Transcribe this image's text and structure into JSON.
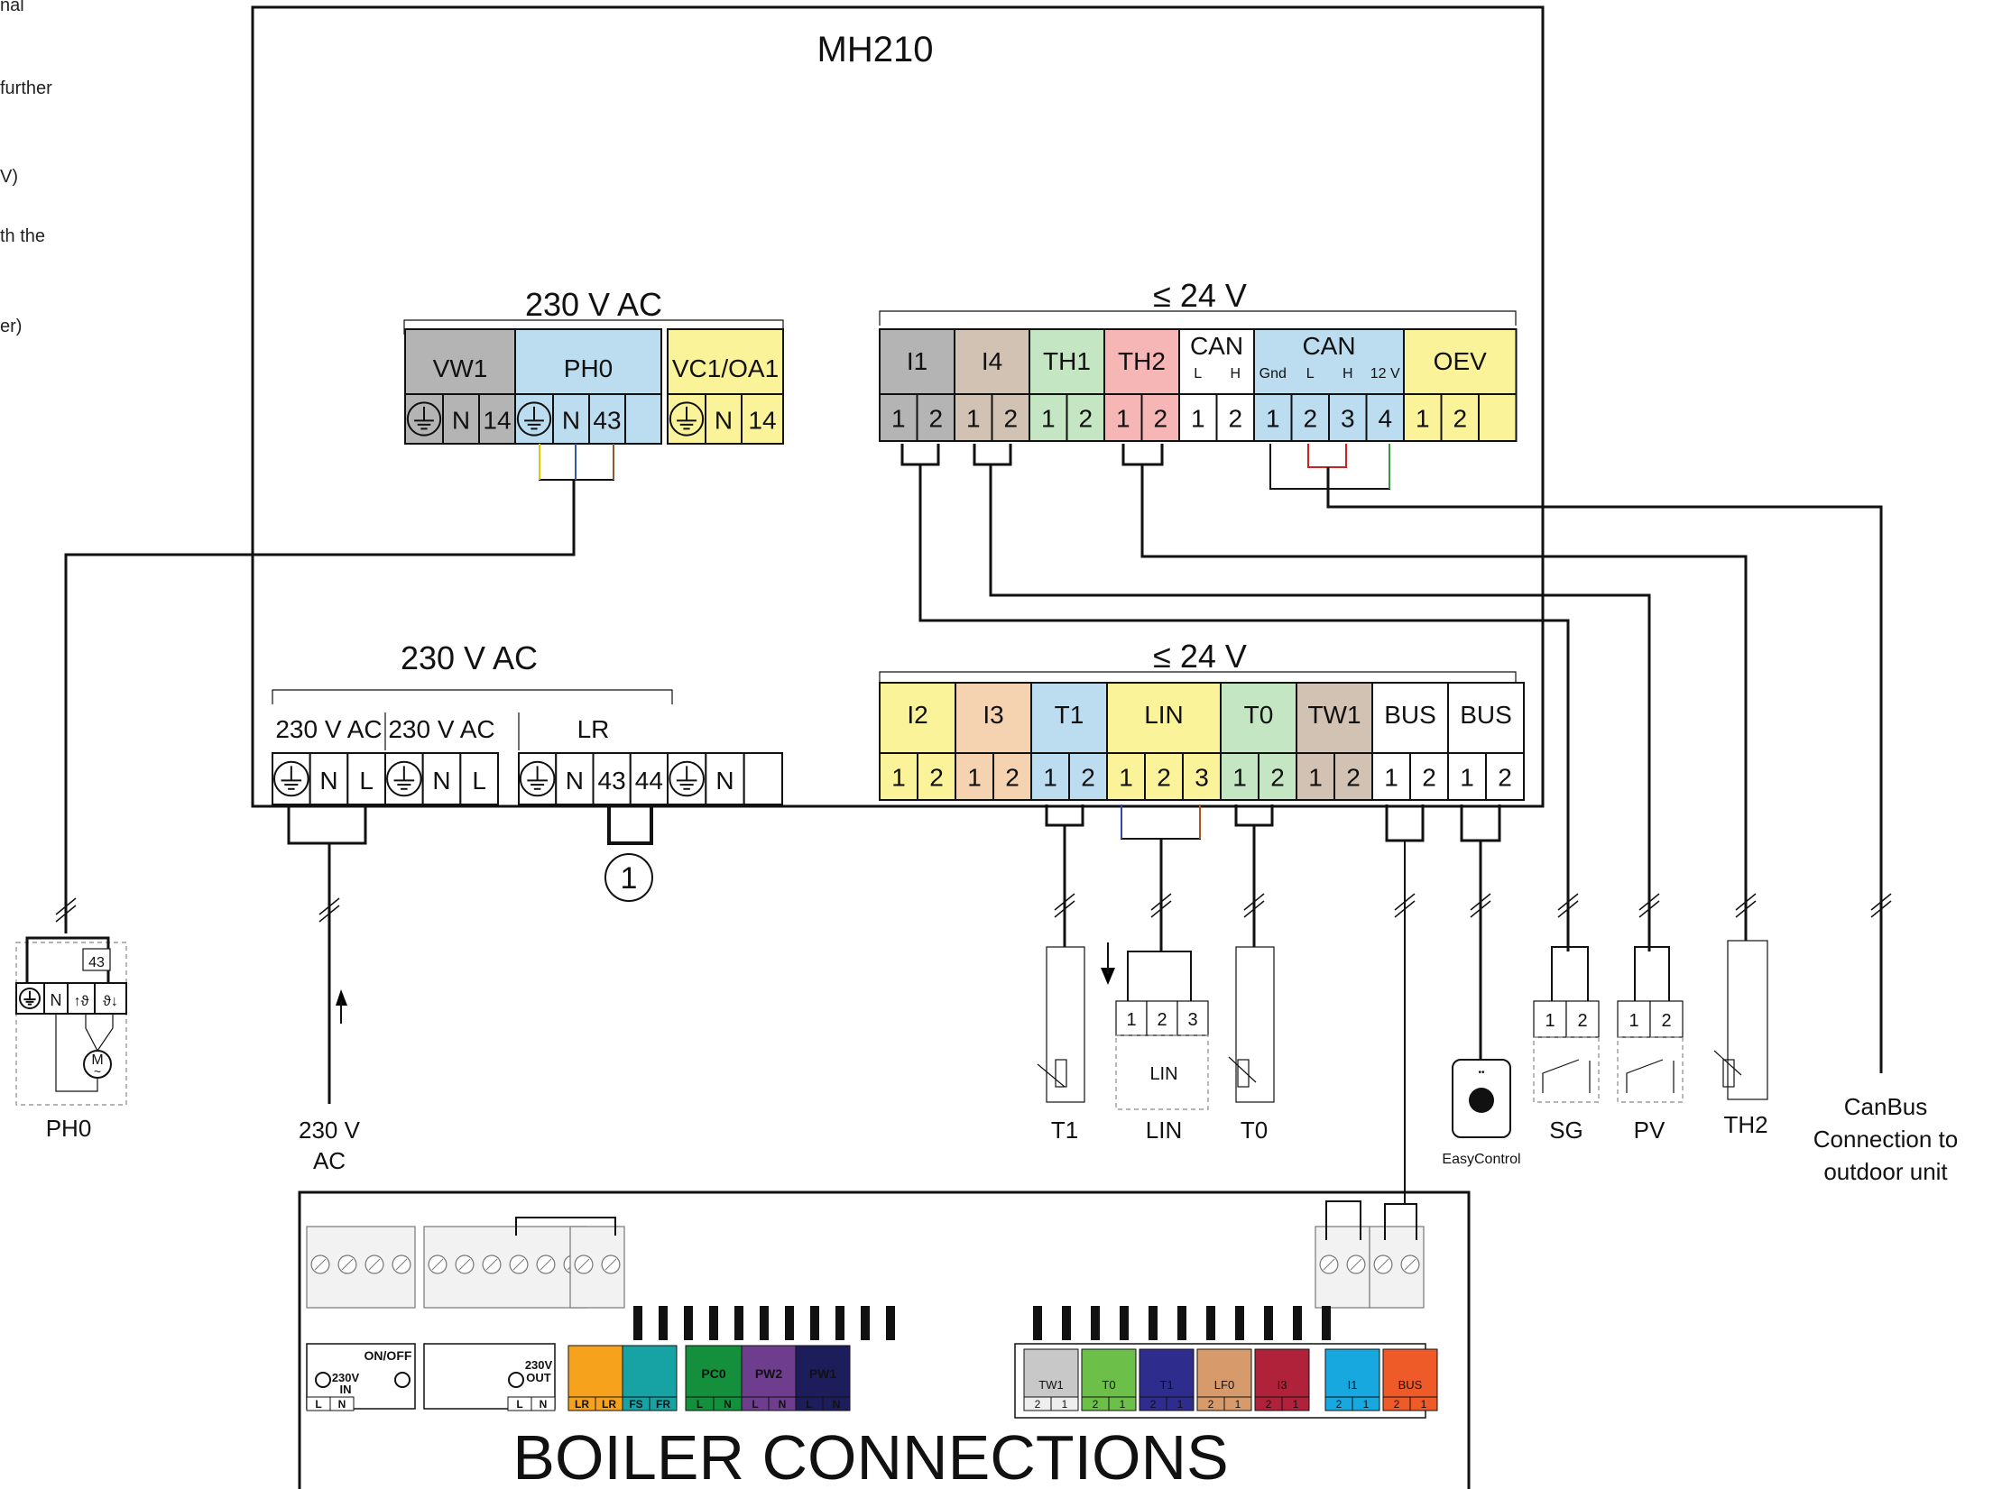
{
  "left_fragments": [
    "nal",
    "further",
    "V)",
    "th the",
    "er)"
  ],
  "module": {
    "title": "MH210",
    "colors": {
      "grey": "#b4b4b4",
      "blue": "#bcdcf0",
      "yellow": "#fbf39a",
      "green": "#c5e6c3",
      "red": "#f7b6b6",
      "taupe": "#d2c2b4",
      "peach": "#f6d3b0",
      "white": "#ffffff"
    },
    "top_left_group": {
      "header": "230 V AC",
      "terminals": [
        {
          "label": "VW1",
          "pins": [
            "⏚",
            "N",
            "14"
          ]
        },
        {
          "label": "PH0",
          "pins": [
            "⏚",
            "N",
            "43",
            ""
          ]
        },
        {
          "label": "VC1/OA1",
          "pins": [
            "⏚",
            "N",
            "14"
          ]
        }
      ]
    },
    "top_right_group": {
      "header": "≤ 24 V",
      "terminals": [
        {
          "label": "I1",
          "pins": [
            "1",
            "2"
          ]
        },
        {
          "label": "I4",
          "pins": [
            "1",
            "2"
          ]
        },
        {
          "label": "TH1",
          "pins": [
            "1",
            "2"
          ]
        },
        {
          "label": "TH2",
          "pins": [
            "1",
            "2"
          ]
        },
        {
          "label": "CAN",
          "sub": [
            "L",
            "H"
          ],
          "pins": [
            "1",
            "2"
          ]
        },
        {
          "label": "CAN",
          "sub": [
            "Gnd",
            "L",
            "H",
            "12 V"
          ],
          "pins": [
            "1",
            "2",
            "3",
            "4"
          ]
        },
        {
          "label": "OEV",
          "pins": [
            "1",
            "2",
            ""
          ]
        }
      ]
    },
    "bottom_left_group": {
      "header": "230 V AC",
      "terminals": [
        {
          "label": "230 V AC",
          "pins": [
            "⏚",
            "N",
            "L"
          ]
        },
        {
          "label": "230 V AC",
          "pins": [
            "⏚",
            "N",
            "L"
          ]
        },
        {
          "label": "LR",
          "pins": [
            "⏚",
            "N",
            "43",
            "44"
          ]
        },
        {
          "label": "",
          "pins": [
            "⏚",
            "N",
            ""
          ]
        }
      ]
    },
    "bottom_right_group": {
      "header": "≤ 24 V",
      "terminals": [
        {
          "label": "I2",
          "pins": [
            "1",
            "2"
          ]
        },
        {
          "label": "I3",
          "pins": [
            "1",
            "2"
          ]
        },
        {
          "label": "T1",
          "pins": [
            "1",
            "2"
          ]
        },
        {
          "label": "LIN",
          "pins": [
            "1",
            "2",
            "3"
          ]
        },
        {
          "label": "T0",
          "pins": [
            "1",
            "2"
          ]
        },
        {
          "label": "TW1",
          "pins": [
            "1",
            "2"
          ]
        },
        {
          "label": "BUS",
          "pins": [
            "1",
            "2"
          ]
        },
        {
          "label": "BUS",
          "pins": [
            "1",
            "2"
          ]
        }
      ]
    },
    "bridge_marker": "1"
  },
  "external": {
    "ph0": {
      "pin_label": "43",
      "pins": [
        "⏚",
        "N",
        "↑ϑ",
        "ϑ↓"
      ],
      "motor": "M",
      "caption": "PH0"
    },
    "power": {
      "caption_line1": "230 V",
      "caption_line2": "AC"
    },
    "t1": {
      "caption": "T1"
    },
    "lin": {
      "pins": [
        "1",
        "2",
        "3"
      ],
      "box_label": "LIN",
      "caption": "LIN"
    },
    "t0": {
      "caption": "T0"
    },
    "easycontrol": {
      "caption": "EasyControl"
    },
    "sg": {
      "pins": [
        "1",
        "2"
      ],
      "caption": "SG"
    },
    "pv": {
      "pins": [
        "1",
        "2"
      ],
      "caption": "PV"
    },
    "th2": {
      "caption": "TH2"
    },
    "canbus": {
      "caption_lines": [
        "CanBus",
        "Connection to",
        "outdoor unit"
      ]
    }
  },
  "boiler": {
    "title": "BOILER CONNECTIONS",
    "left_panel": {
      "power_in": {
        "top": "ON/OFF",
        "label": "230V",
        "sub": "IN",
        "pins": [
          "L",
          "N"
        ]
      },
      "power_out": {
        "label": "230V",
        "sub": "OUT",
        "pins": [
          "L",
          "N"
        ]
      },
      "blocks": [
        {
          "id": "LR",
          "color": "#f6a21d",
          "labels": [
            "LR",
            "LR"
          ]
        },
        {
          "id": "FS",
          "color": "#17a3a3",
          "labels": [
            "FS",
            "FR"
          ]
        },
        {
          "id": "PC0",
          "color": "#14903c",
          "labels": [
            "L",
            "N"
          ]
        },
        {
          "id": "PW2",
          "color": "#6e3d8e",
          "labels": [
            "L",
            "N"
          ]
        },
        {
          "id": "PW1",
          "color": "#1d1d5c",
          "labels": [
            "L",
            "N"
          ]
        }
      ]
    },
    "right_panel": {
      "blocks": [
        {
          "id": "TW1",
          "color": "#c8c8c8",
          "pins": [
            "2",
            "1"
          ]
        },
        {
          "id": "T0",
          "color": "#6cc04a",
          "pins": [
            "2",
            "1"
          ]
        },
        {
          "id": "T1",
          "color": "#2e2c8c",
          "pins": [
            "2",
            "1"
          ]
        },
        {
          "id": "LF0",
          "color": "#d79a6a",
          "pins": [
            "2",
            "1"
          ]
        },
        {
          "id": "I3",
          "color": "#b0213a",
          "pins": [
            "2",
            "1"
          ]
        },
        {
          "id": "I1",
          "color": "#18a8e0",
          "pins": [
            "2",
            "1"
          ]
        },
        {
          "id": "BUS",
          "color": "#ef5b28",
          "pins": [
            "2",
            "1"
          ]
        }
      ]
    }
  }
}
